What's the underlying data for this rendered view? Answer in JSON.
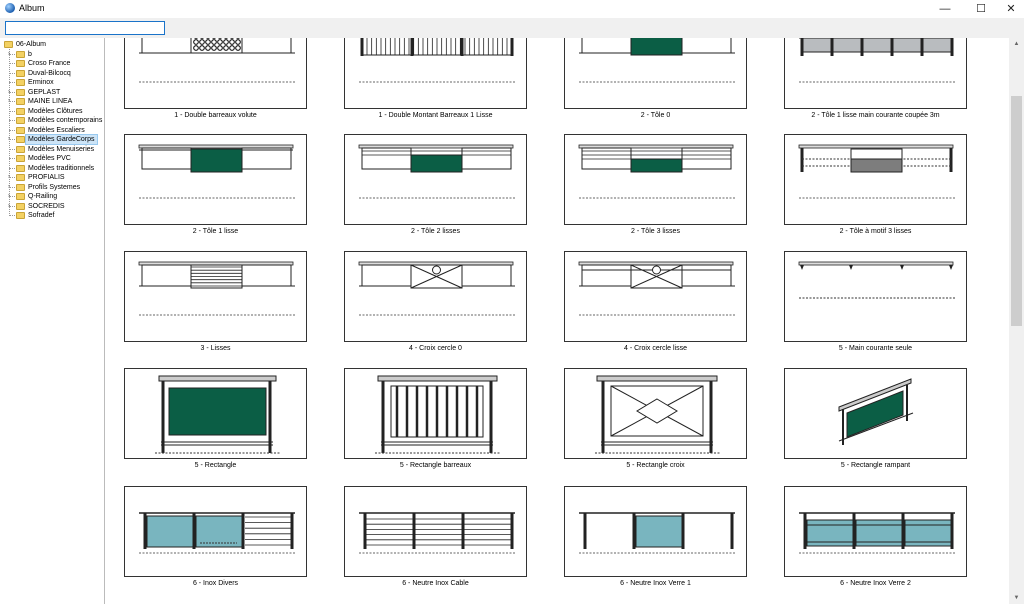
{
  "window": {
    "title": "Album",
    "minimize_glyph": "—",
    "maximize_glyph": "☐",
    "close_glyph": "✕"
  },
  "search": {
    "value": "",
    "placeholder": ""
  },
  "tree": {
    "root": "06-Album",
    "selected": "Modèles GardeCorps",
    "items": [
      {
        "label": "b",
        "expandable": true
      },
      {
        "label": "Croso France",
        "expandable": false
      },
      {
        "label": "Duval-Bilcocq",
        "expandable": false
      },
      {
        "label": "Erminox",
        "expandable": false
      },
      {
        "label": "GEPLAST",
        "expandable": true
      },
      {
        "label": "MAINE LINEA",
        "expandable": true
      },
      {
        "label": "Modèles Clôtures",
        "expandable": false
      },
      {
        "label": "Modèles contemporains",
        "expandable": false
      },
      {
        "label": "Modèles Escaliers",
        "expandable": false
      },
      {
        "label": "Modèles GardeCorps",
        "expandable": true
      },
      {
        "label": "Modèles Menuiseries",
        "expandable": false
      },
      {
        "label": "Modèles PVC",
        "expandable": false
      },
      {
        "label": "Modèles traditionnels",
        "expandable": false
      },
      {
        "label": "PROFIALIS",
        "expandable": true
      },
      {
        "label": "Profils Systemes",
        "expandable": true
      },
      {
        "label": "Q-Railing",
        "expandable": true
      },
      {
        "label": "SOCREDIS",
        "expandable": true
      },
      {
        "label": "Sofradef",
        "expandable": false
      }
    ]
  },
  "album": [
    {
      "caption": "1 - Double barreaux volute",
      "kind": "volute"
    },
    {
      "caption": "1 - Double Montant Barreaux 1 Lisse",
      "kind": "double-montant"
    },
    {
      "caption": "2 - Tôle 0",
      "kind": "tole0"
    },
    {
      "caption": "2 - Tôle 1 lisse main courante coupée 3m",
      "kind": "tole-mc"
    },
    {
      "caption": "2 - Tôle 1 lisse",
      "kind": "tole1"
    },
    {
      "caption": "2 - Tôle 2 lisses",
      "kind": "tole2"
    },
    {
      "caption": "2 - Tôle 3 lisses",
      "kind": "tole3"
    },
    {
      "caption": "2 - Tôle à motif 3 lisses",
      "kind": "tole-motif"
    },
    {
      "caption": "3 - Lisses",
      "kind": "lisses"
    },
    {
      "caption": "4 - Croix cercle 0",
      "kind": "croix0"
    },
    {
      "caption": "4 - Croix cercle lisse",
      "kind": "croix-lisse"
    },
    {
      "caption": "5 - Main courante seule",
      "kind": "main-courante"
    },
    {
      "caption": "5 - Rectangle",
      "kind": "rectangle"
    },
    {
      "caption": "5 - Rectangle barreaux",
      "kind": "rect-barreaux"
    },
    {
      "caption": "5 - Rectangle croix",
      "kind": "rect-croix"
    },
    {
      "caption": "5 - Rectangle rampant",
      "kind": "rampant"
    },
    {
      "caption": "6 - Inox Divers",
      "kind": "inox-divers"
    },
    {
      "caption": "6 - Neutre Inox Cable",
      "kind": "inox-cable"
    },
    {
      "caption": "6 - Neutre Inox Verre 1",
      "kind": "inox-verre1"
    },
    {
      "caption": "6 - Neutre Inox Verre 2",
      "kind": "inox-verre2"
    }
  ],
  "colors": {
    "panel_green": "#0b5e45",
    "glass_blue": "#79b5bf",
    "grey_fill": "#b9bcbf",
    "dark_grey": "#7d7d7d",
    "accent_blue": "#1a73c9"
  },
  "scrollbar": {
    "up_glyph": "▲",
    "down_glyph": "▼"
  }
}
